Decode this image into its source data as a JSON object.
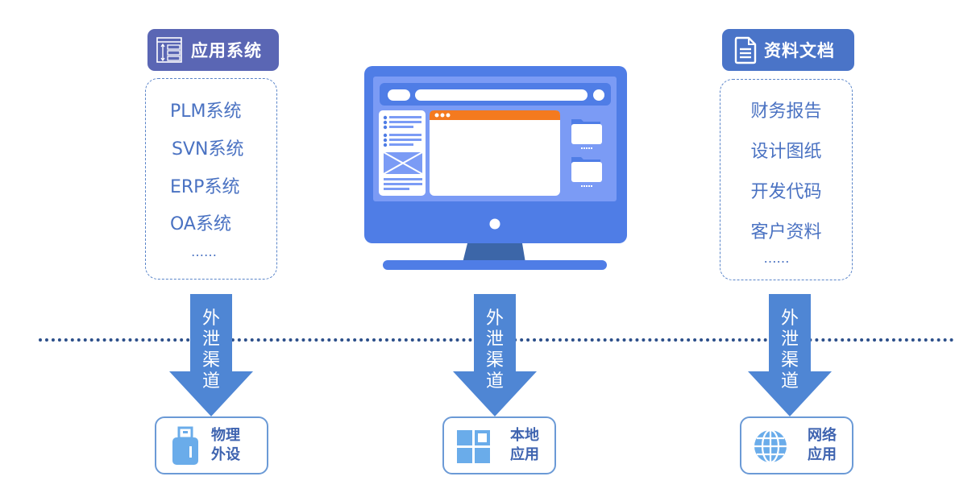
{
  "left_panel": {
    "header": {
      "icon": "server-app-icon",
      "title": "应用系统",
      "color": "#5a66b4"
    },
    "items": [
      "PLM系统",
      "SVN系统",
      "ERP系统",
      "OA系统",
      "……"
    ]
  },
  "center": {
    "illustration": "desktop-monitor-illustration",
    "colors": {
      "frame": "#4f7de6",
      "screen": "#7b9bf5",
      "accent": "#f47a1f",
      "stand": "#3c66a8"
    }
  },
  "right_panel": {
    "header": {
      "icon": "document-icon",
      "title": "资料文档",
      "color": "#4a74c8"
    },
    "items": [
      "财务报告",
      "设计图纸",
      "开发代码",
      "客户资料",
      "……"
    ]
  },
  "arrows": [
    {
      "label": [
        "外",
        "泄",
        "渠",
        "道"
      ]
    },
    {
      "label": [
        "外",
        "泄",
        "渠",
        "道"
      ]
    },
    {
      "label": [
        "外",
        "泄",
        "渠",
        "道"
      ]
    }
  ],
  "channels": [
    {
      "icon": "usb-drive-icon",
      "label": [
        "物理",
        "外设"
      ]
    },
    {
      "icon": "app-grid-icon",
      "label": [
        "本地",
        "应用"
      ]
    },
    {
      "icon": "globe-icon",
      "label": [
        "网络",
        "应用"
      ]
    }
  ],
  "colors": {
    "arrow": "#4f86d4",
    "divider": "#2c4f8a",
    "channel_border": "#6b9ad6",
    "icon_fill": "#6aacea"
  }
}
